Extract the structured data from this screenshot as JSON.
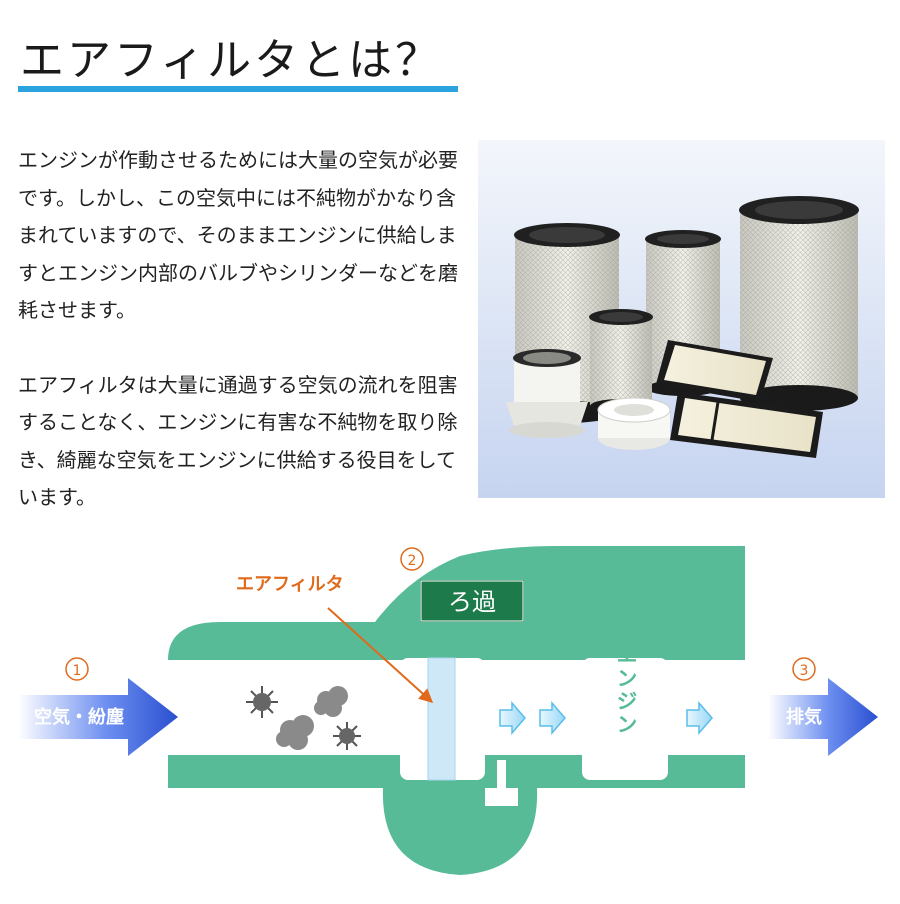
{
  "heading": "エアフィルタとは？",
  "paragraphs": [
    "エンジンが作動させるためには大量の空気が必要です。しかし、この空気中には不純物がかなり含まれていますので、そのままエンジンに供給しますとエンジン内部のバルブやシリンダーなどを磨耗させます。",
    "エアフィルタは大量に通過する空気の流れを阻害することなく、エンジンに有害な不純物を取り除き、綺麗な空気をエンジンに供給する役目をしています。"
  ],
  "diagram": {
    "step1_number": "①",
    "step1_label": "空気・紛塵",
    "step2_number": "②",
    "step2_label": "ろ過",
    "step3_number": "③",
    "step3_label": "排気",
    "filter_callout": "エアフィルタ",
    "engine_label": "エンジン",
    "colors": {
      "housing": "#57bb97",
      "arrow": "#3a5fd6",
      "callout": "#e06a1c",
      "step_number": "#e06a1c",
      "filtration_box": "#1c7a4b",
      "filter_element": "#cfe8f8"
    }
  }
}
